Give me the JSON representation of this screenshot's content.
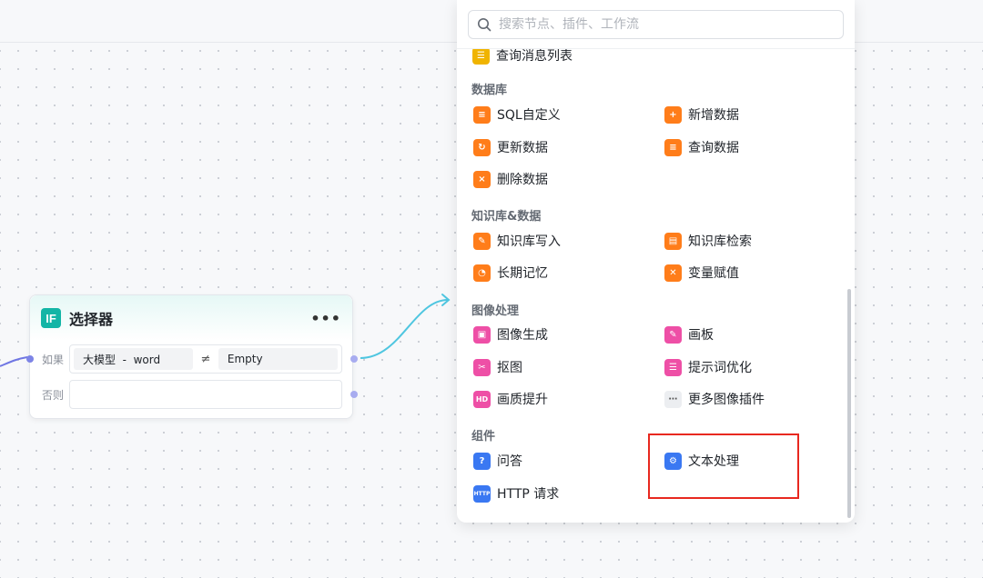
{
  "search": {
    "placeholder": "搜索节点、插件、工作流"
  },
  "node": {
    "badge": "IF",
    "title": "选择器",
    "more": "•••",
    "if_label": "如果",
    "else_label": "否则",
    "condition": {
      "left": "大模型  -  word",
      "operator": "≠",
      "right": "Empty"
    }
  },
  "panel": {
    "partial_item": {
      "label": "查询消息列表",
      "icon": "message-list-icon"
    },
    "sections": [
      {
        "title": "数据库",
        "items": [
          {
            "label": "SQL自定义",
            "icon": "database-icon"
          },
          {
            "label": "新增数据",
            "icon": "database-add-icon"
          },
          {
            "label": "更新数据",
            "icon": "database-update-icon"
          },
          {
            "label": "查询数据",
            "icon": "database-query-icon"
          },
          {
            "label": "删除数据",
            "icon": "database-delete-icon"
          }
        ]
      },
      {
        "title": "知识库&数据",
        "items": [
          {
            "label": "知识库写入",
            "icon": "knowledge-write-icon"
          },
          {
            "label": "知识库检索",
            "icon": "knowledge-search-icon"
          },
          {
            "label": "长期记忆",
            "icon": "memory-icon"
          },
          {
            "label": "变量赋值",
            "icon": "variable-icon"
          }
        ]
      },
      {
        "title": "图像处理",
        "items": [
          {
            "label": "图像生成",
            "icon": "image-generate-icon"
          },
          {
            "label": "画板",
            "icon": "canvas-icon"
          },
          {
            "label": "抠图",
            "icon": "cutout-icon"
          },
          {
            "label": "提示词优化",
            "icon": "prompt-optimize-icon"
          },
          {
            "label": "画质提升",
            "icon": "hd-icon"
          },
          {
            "label": "更多图像插件",
            "icon": "more-icon"
          }
        ]
      },
      {
        "title": "组件",
        "items": [
          {
            "label": "问答",
            "icon": "question-icon"
          },
          {
            "label": "文本处理",
            "icon": "text-process-icon"
          },
          {
            "label": "HTTP 请求",
            "icon": "http-icon"
          }
        ]
      }
    ]
  },
  "colors": {
    "database": "#ff7d1a",
    "image": "#ee4fa6",
    "component": "#3a78f2",
    "node_accent": "#13b5a6",
    "highlight": "#e8281f"
  }
}
